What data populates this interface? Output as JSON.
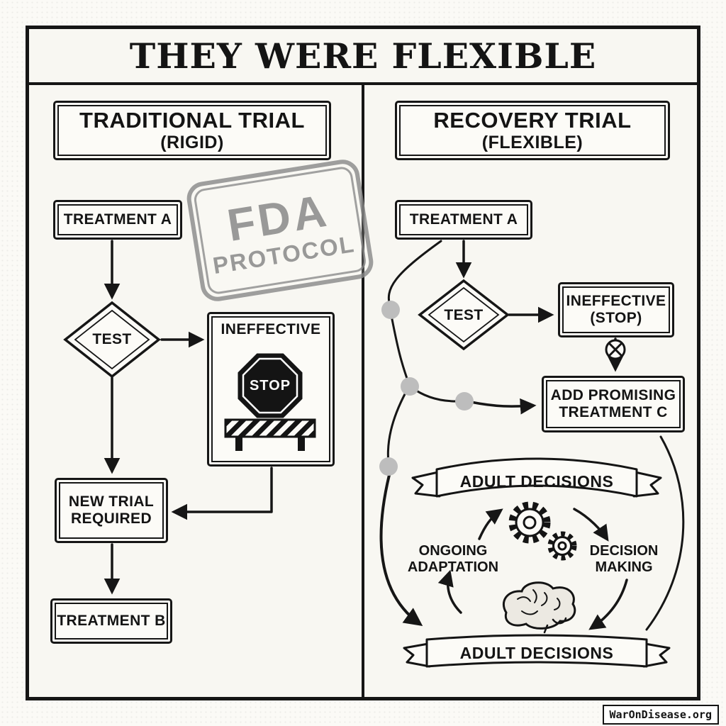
{
  "page": {
    "title": "THEY WERE FLEXIBLE",
    "watermark": "WarOnDisease.org"
  },
  "stamp": {
    "line1": "FDA",
    "line2": "PROTOCOL"
  },
  "colors": {
    "ink": "#161616",
    "paper": "#f8f7f2",
    "stamp_gray": "#8b8b8b"
  },
  "left_panel": {
    "header_title": "TRADITIONAL TRIAL",
    "header_subtitle": "(RIGID)",
    "treatment_a": "TREATMENT A",
    "test": "TEST",
    "ineffective": "INEFFECTIVE",
    "stop": "STOP",
    "new_trial_line1": "NEW TRIAL",
    "new_trial_line2": "REQUIRED",
    "treatment_b": "TREATMENT B"
  },
  "right_panel": {
    "header_title": "RECOVERY TRIAL",
    "header_subtitle": "(FLEXIBLE)",
    "treatment_a": "TREATMENT A",
    "test": "TEST",
    "ineffective_line1": "INEFFECTIVE",
    "ineffective_line2": "(STOP)",
    "add_treatment_line1": "ADD PROMISING",
    "add_treatment_line2": "TREATMENT C",
    "banner_top": "ADULT DECISIONS",
    "banner_bottom": "ADULT DECISIONS",
    "ongoing_line1": "ONGOING",
    "ongoing_line2": "ADAPTATION",
    "decision_line1": "DECISION",
    "decision_line2": "MAKING"
  }
}
